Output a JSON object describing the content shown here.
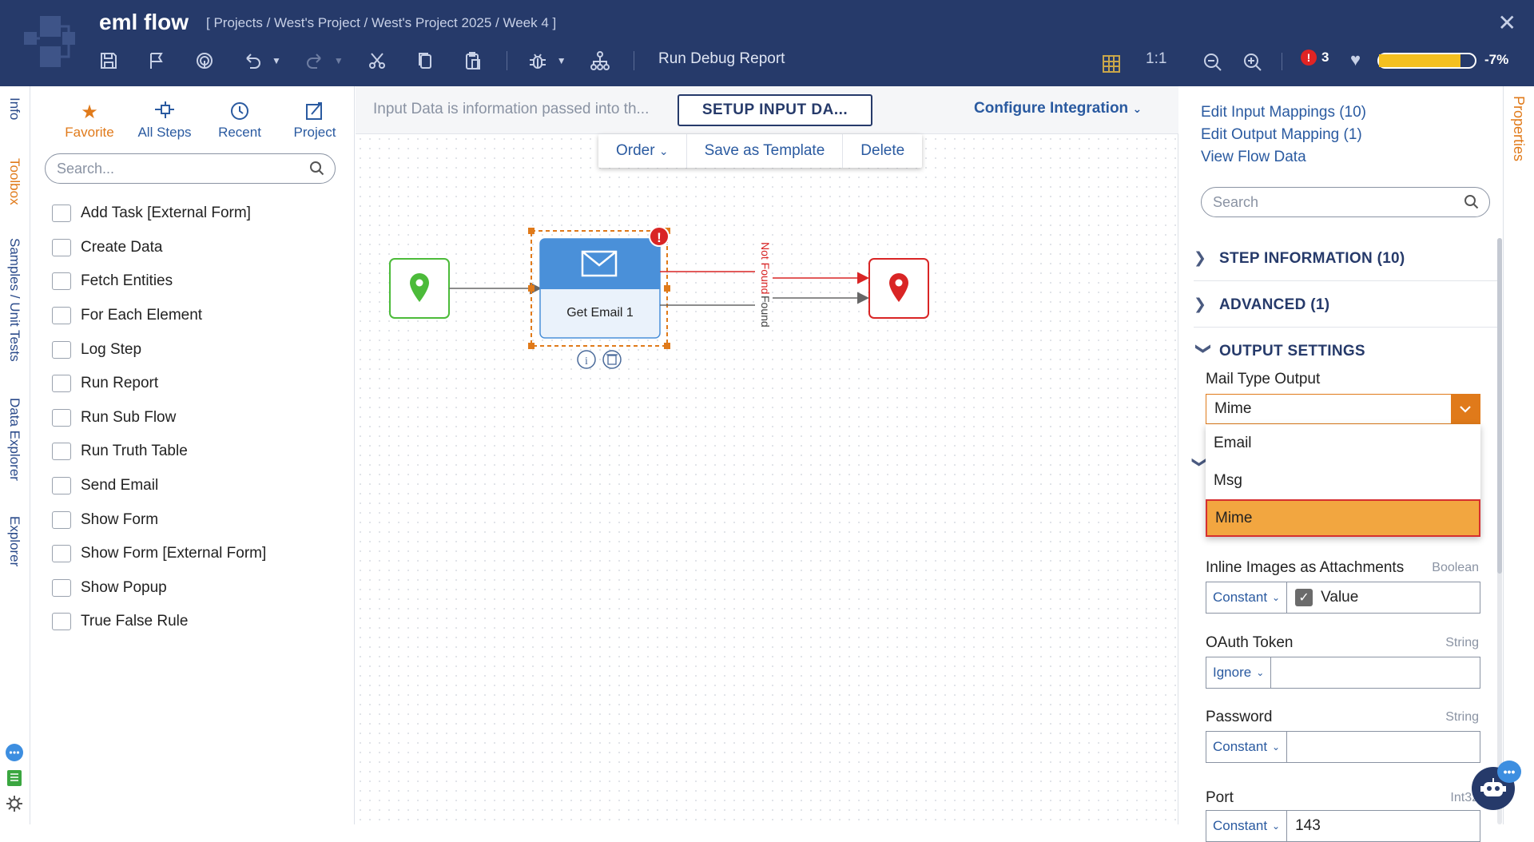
{
  "header": {
    "app_title": "eml flow",
    "breadcrumb": "[ Projects / West's Project / West's Project 2025 / Week 4 ]",
    "run_debug_label": "Run Debug Report",
    "ratio_label": "1:1",
    "error_count": "3",
    "health_percent": "-7%",
    "health_fill_fraction": 0.85,
    "toolbar_icons": [
      "save-icon",
      "flag-icon",
      "fingerprint-icon",
      "undo-icon",
      "redo-icon",
      "scissors-icon",
      "copy-icon",
      "paste-icon",
      "debug-icon",
      "hierarchy-icon"
    ]
  },
  "left_tabs": [
    "Info",
    "Toolbox",
    "Samples / Unit Tests",
    "Data Explorer",
    "Explorer"
  ],
  "toolbox": {
    "tabs": [
      {
        "label": "Favorite",
        "icon": "star-icon"
      },
      {
        "label": "All Steps",
        "icon": "steps-icon"
      },
      {
        "label": "Recent",
        "icon": "clock-icon"
      },
      {
        "label": "Project",
        "icon": "project-icon"
      }
    ],
    "search_placeholder": "Search...",
    "steps": [
      "Add Task [External Form]",
      "Create Data",
      "Fetch Entities",
      "For Each Element",
      "Log Step",
      "Run Report",
      "Run Sub Flow",
      "Run Truth Table",
      "Send Email",
      "Show Form",
      "Show Form [External Form]",
      "Show Popup",
      "True False Rule"
    ]
  },
  "canvas": {
    "input_info": "Input Data is information passed into th...",
    "setup_button": "SETUP INPUT DA...",
    "configure_integration": "Configure Integration",
    "context_menu": {
      "order": "Order",
      "save_template": "Save as Template",
      "delete": "Delete"
    },
    "node_label": "Get Email 1",
    "path_label": "Not Found"
  },
  "properties": {
    "links": [
      "Edit Input Mappings (10)",
      "Edit Output Mapping (1)",
      "View Flow Data"
    ],
    "search_placeholder": "Search",
    "sections": {
      "step_info": "STEP INFORMATION (10)",
      "advanced": "ADVANCED (1)",
      "output": "OUTPUT SETTINGS"
    },
    "mail_type": {
      "label": "Mail Type Output",
      "value": "Mime",
      "options": [
        "Email",
        "Msg",
        "Mime"
      ]
    },
    "inline_images": {
      "label": "Inline Images as Attachments",
      "type": "Boolean",
      "mode": "Constant",
      "value": "Value"
    },
    "oauth": {
      "label": "OAuth Token",
      "type": "String",
      "mode": "Ignore",
      "value": ""
    },
    "password": {
      "label": "Password",
      "type": "String",
      "mode": "Constant",
      "value": ""
    },
    "port": {
      "label": "Port",
      "type": "Int32",
      "mode": "Constant",
      "value": "143"
    },
    "vertical_tab": "Properties"
  },
  "colors": {
    "header": "#263a6a",
    "accent": "#e07a1a",
    "link": "#2a5aa0",
    "start": "#4cbb3a",
    "end": "#d92525",
    "node": "#4a90d9"
  }
}
